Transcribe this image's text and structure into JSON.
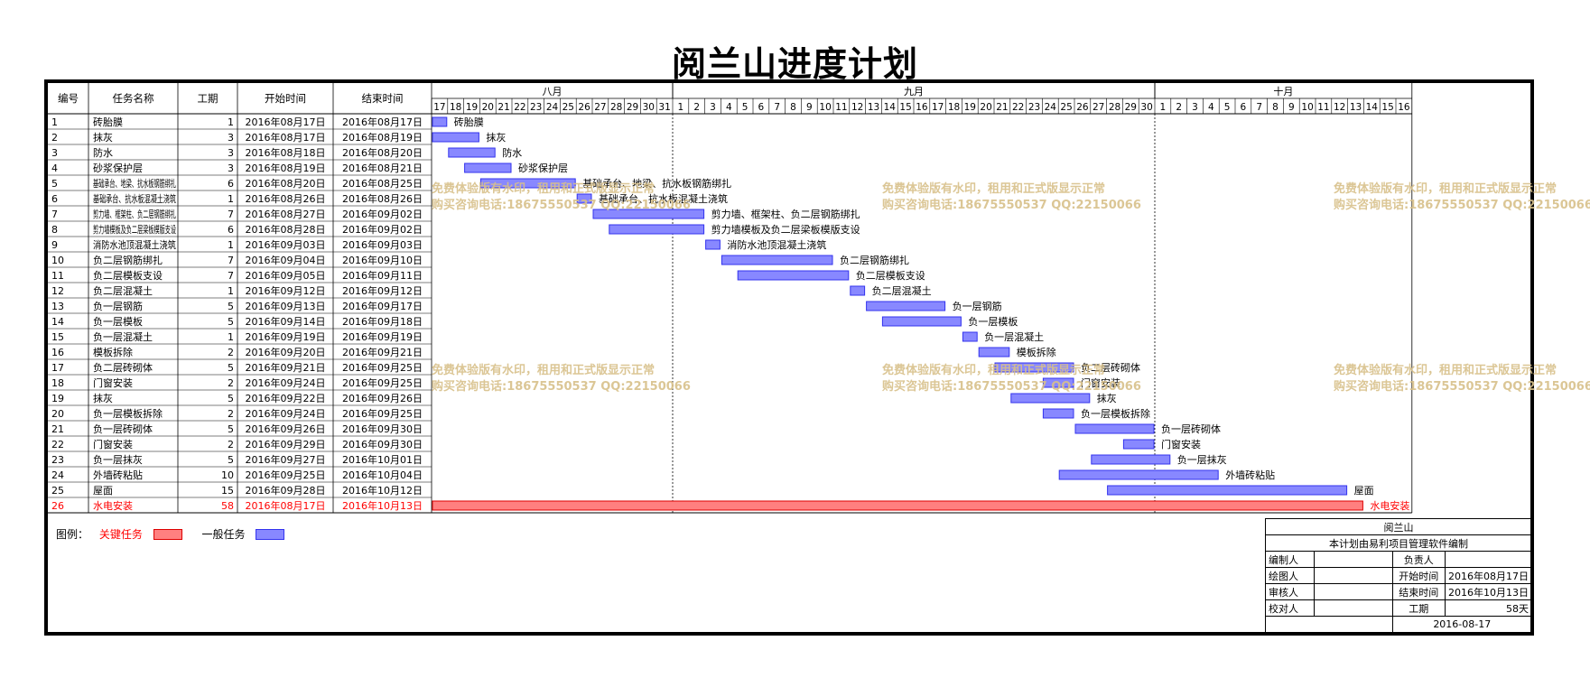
{
  "title": "阅兰山进度计划",
  "headers": {
    "id": "编号",
    "name": "任务名称",
    "duration": "工期",
    "start": "开始时间",
    "end": "结束时间"
  },
  "months": [
    {
      "label": "八月",
      "days": [
        "17",
        "18",
        "19",
        "20",
        "21",
        "22",
        "23",
        "24",
        "25",
        "26",
        "27",
        "28",
        "29",
        "30",
        "31"
      ]
    },
    {
      "label": "九月",
      "days": [
        "1",
        "2",
        "3",
        "4",
        "5",
        "6",
        "7",
        "8",
        "9",
        "10",
        "11",
        "12",
        "13",
        "14",
        "15",
        "16",
        "17",
        "18",
        "19",
        "20",
        "21",
        "22",
        "23",
        "24",
        "25",
        "26",
        "27",
        "28",
        "29",
        "30"
      ]
    },
    {
      "label": "十月",
      "days": [
        "1",
        "2",
        "3",
        "4",
        "5",
        "6",
        "7",
        "8",
        "9",
        "10",
        "11",
        "12",
        "13",
        "14",
        "15",
        "16"
      ]
    }
  ],
  "chart_data": {
    "type": "gantt",
    "title": "阅兰山进度计划",
    "x_start": "2016-08-17",
    "x_end": "2016-10-16",
    "tasks": [
      {
        "id": "1",
        "name": "砖胎膜",
        "duration": "1",
        "start": "2016年08月17日",
        "end": "2016年08月17日",
        "s": "2016-08-17",
        "e": "2016-08-17",
        "bar_label": "砖胎膜",
        "critical": false
      },
      {
        "id": "2",
        "name": "抹灰",
        "duration": "3",
        "start": "2016年08月17日",
        "end": "2016年08月19日",
        "s": "2016-08-17",
        "e": "2016-08-19",
        "bar_label": "抹灰",
        "critical": false
      },
      {
        "id": "3",
        "name": "防水",
        "duration": "3",
        "start": "2016年08月18日",
        "end": "2016年08月20日",
        "s": "2016-08-18",
        "e": "2016-08-20",
        "bar_label": "防水",
        "critical": false
      },
      {
        "id": "4",
        "name": "砂浆保护层",
        "duration": "3",
        "start": "2016年08月19日",
        "end": "2016年08月21日",
        "s": "2016-08-19",
        "e": "2016-08-21",
        "bar_label": "砂浆保护层",
        "critical": false
      },
      {
        "id": "5",
        "name": "基础承台、地梁、抗水板钢筋绑扎",
        "duration": "6",
        "start": "2016年08月20日",
        "end": "2016年08月25日",
        "s": "2016-08-20",
        "e": "2016-08-25",
        "bar_label": "基础承台、地梁、抗水板钢筋绑扎",
        "critical": false
      },
      {
        "id": "6",
        "name": "基础承台、抗水板混凝土浇筑",
        "duration": "1",
        "start": "2016年08月26日",
        "end": "2016年08月26日",
        "s": "2016-08-26",
        "e": "2016-08-26",
        "bar_label": "基础承台、抗水板混凝土浇筑",
        "critical": false
      },
      {
        "id": "7",
        "name": "剪力墙、框架柱、负二层钢筋绑扎",
        "duration": "7",
        "start": "2016年08月27日",
        "end": "2016年09月02日",
        "s": "2016-08-27",
        "e": "2016-09-02",
        "bar_label": "剪力墙、框架柱、负二层钢筋绑扎",
        "critical": false
      },
      {
        "id": "8",
        "name": "剪力墙模板及负二层梁板模版支设",
        "duration": "6",
        "start": "2016年08月28日",
        "end": "2016年09月02日",
        "s": "2016-08-28",
        "e": "2016-09-02",
        "bar_label": "剪力墙模板及负二层梁板模版支设",
        "critical": false
      },
      {
        "id": "9",
        "name": "消防水池顶混凝土浇筑",
        "duration": "1",
        "start": "2016年09月03日",
        "end": "2016年09月03日",
        "s": "2016-09-03",
        "e": "2016-09-03",
        "bar_label": "消防水池顶混凝土浇筑",
        "critical": false
      },
      {
        "id": "10",
        "name": "负二层钢筋绑扎",
        "duration": "7",
        "start": "2016年09月04日",
        "end": "2016年09月10日",
        "s": "2016-09-04",
        "e": "2016-09-10",
        "bar_label": "负二层钢筋绑扎",
        "critical": false
      },
      {
        "id": "11",
        "name": "负二层模板支设",
        "duration": "7",
        "start": "2016年09月05日",
        "end": "2016年09月11日",
        "s": "2016-09-05",
        "e": "2016-09-11",
        "bar_label": "负二层模板支设",
        "critical": false
      },
      {
        "id": "12",
        "name": "负二层混凝土",
        "duration": "1",
        "start": "2016年09月12日",
        "end": "2016年09月12日",
        "s": "2016-09-12",
        "e": "2016-09-12",
        "bar_label": "负二层混凝土",
        "critical": false
      },
      {
        "id": "13",
        "name": "负一层钢筋",
        "duration": "5",
        "start": "2016年09月13日",
        "end": "2016年09月17日",
        "s": "2016-09-13",
        "e": "2016-09-17",
        "bar_label": "负一层钢筋",
        "critical": false
      },
      {
        "id": "14",
        "name": "负一层模板",
        "duration": "5",
        "start": "2016年09月14日",
        "end": "2016年09月18日",
        "s": "2016-09-14",
        "e": "2016-09-18",
        "bar_label": "负一层模板",
        "critical": false
      },
      {
        "id": "15",
        "name": "负一层混凝土",
        "duration": "1",
        "start": "2016年09月19日",
        "end": "2016年09月19日",
        "s": "2016-09-19",
        "e": "2016-09-19",
        "bar_label": "负一层混凝土",
        "critical": false
      },
      {
        "id": "16",
        "name": "模板拆除",
        "duration": "2",
        "start": "2016年09月20日",
        "end": "2016年09月21日",
        "s": "2016-09-20",
        "e": "2016-09-21",
        "bar_label": "模板拆除",
        "critical": false
      },
      {
        "id": "17",
        "name": "负二层砖砌体",
        "duration": "5",
        "start": "2016年09月21日",
        "end": "2016年09月25日",
        "s": "2016-09-21",
        "e": "2016-09-25",
        "bar_label": "负二层砖砌体",
        "critical": false
      },
      {
        "id": "18",
        "name": "门窗安装",
        "duration": "2",
        "start": "2016年09月24日",
        "end": "2016年09月25日",
        "s": "2016-09-24",
        "e": "2016-09-25",
        "bar_label": "门窗安装",
        "critical": false
      },
      {
        "id": "19",
        "name": "抹灰",
        "duration": "5",
        "start": "2016年09月22日",
        "end": "2016年09月26日",
        "s": "2016-09-22",
        "e": "2016-09-26",
        "bar_label": "抹灰",
        "critical": false
      },
      {
        "id": "20",
        "name": "负一层模板拆除",
        "duration": "2",
        "start": "2016年09月24日",
        "end": "2016年09月25日",
        "s": "2016-09-24",
        "e": "2016-09-25",
        "bar_label": "负一层模板拆除",
        "critical": false
      },
      {
        "id": "21",
        "name": "负一层砖砌体",
        "duration": "5",
        "start": "2016年09月26日",
        "end": "2016年09月30日",
        "s": "2016-09-26",
        "e": "2016-09-30",
        "bar_label": "负一层砖砌体",
        "critical": false
      },
      {
        "id": "22",
        "name": "门窗安装",
        "duration": "2",
        "start": "2016年09月29日",
        "end": "2016年09月30日",
        "s": "2016-09-29",
        "e": "2016-09-30",
        "bar_label": "门窗安装",
        "critical": false
      },
      {
        "id": "23",
        "name": "负一层抹灰",
        "duration": "5",
        "start": "2016年09月27日",
        "end": "2016年10月01日",
        "s": "2016-09-27",
        "e": "2016-10-01",
        "bar_label": "负一层抹灰",
        "critical": false
      },
      {
        "id": "24",
        "name": "外墙砖粘贴",
        "duration": "10",
        "start": "2016年09月25日",
        "end": "2016年10月04日",
        "s": "2016-09-25",
        "e": "2016-10-04",
        "bar_label": "外墙砖粘贴",
        "critical": false
      },
      {
        "id": "25",
        "name": "屋面",
        "duration": "15",
        "start": "2016年09月28日",
        "end": "2016年10月12日",
        "s": "2016-09-28",
        "e": "2016-10-12",
        "bar_label": "屋面",
        "critical": false
      },
      {
        "id": "26",
        "name": "水电安装",
        "duration": "58",
        "start": "2016年08月17日",
        "end": "2016年10月13日",
        "s": "2016-08-17",
        "e": "2016-10-13",
        "bar_label": "水电安装",
        "critical": true
      }
    ]
  },
  "colors": {
    "normal_bar": "#3333ee",
    "normal_fill": "#8888ff",
    "critical_bar": "#dd0000",
    "critical_fill": "#ff8080",
    "critical_text": "#ff0000",
    "watermark": "#d8c08a"
  },
  "legend": {
    "label": "图例：",
    "critical": "关键任务",
    "normal": "一般任务"
  },
  "watermark": {
    "line1": "免费体验版有水印，租用和正式版显示正常",
    "line2": "购买咨询电话:18675550537 QQ:22150066"
  },
  "info": {
    "project": "阅兰山",
    "note": "本计划由易利项目管理软件编制",
    "editor_label": "编制人",
    "editor": "",
    "owner_label": "负责人",
    "owner": "",
    "drawer_label": "绘图人",
    "drawer": "",
    "start_label": "开始时间",
    "start": "2016年08月17日",
    "reviewer_label": "审核人",
    "reviewer": "",
    "end_label": "结束时间",
    "end": "2016年10月13日",
    "checker_label": "校对人",
    "checker": "",
    "duration_label": "工期",
    "duration": "58天",
    "date": "2016-08-17"
  }
}
